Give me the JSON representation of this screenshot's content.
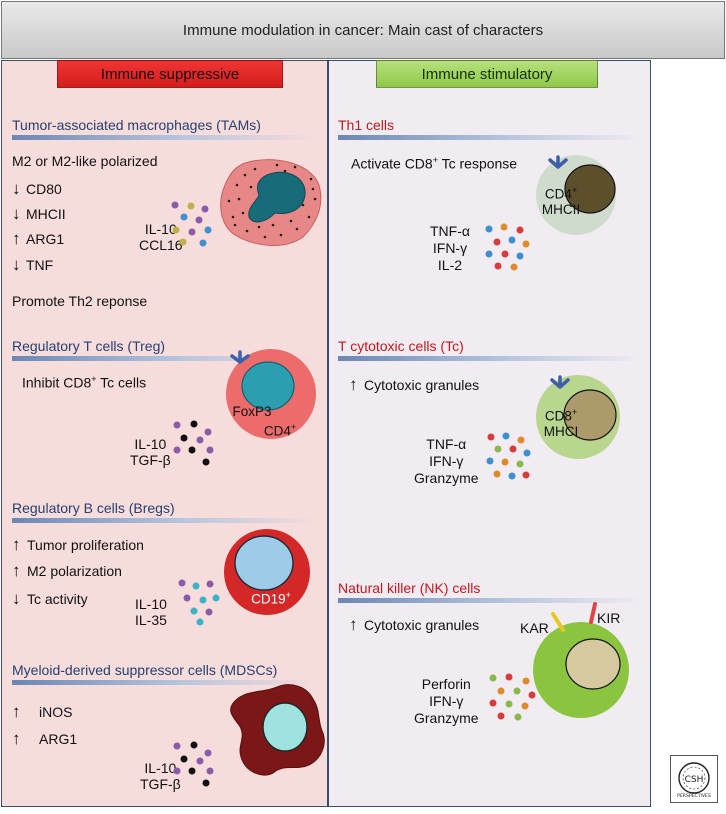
{
  "title": "Immune modulation in cancer: Main cast of characters",
  "left_header": "Immune suppressive",
  "right_header": "Immune stimulatory",
  "tams": {
    "title": "Tumor-associated macrophages (TAMs)",
    "line1": "M2 or M2-like polarized",
    "items": [
      "CD80",
      "MHCII",
      "ARG1",
      "TNF"
    ],
    "arrows": [
      "down",
      "down",
      "up",
      "down"
    ],
    "footer": "Promote Th2 reponse",
    "cytokines": [
      "IL-10",
      "CCL16"
    ]
  },
  "treg": {
    "title": "Regulatory T cells (Treg)",
    "line1_pre": "Inhibit CD8",
    "line1_sup": "+",
    "line1_post": " Tc cells",
    "cell_label1": "FoxP3",
    "cell_label2_pre": "CD4",
    "cell_label2_sup": "+",
    "cytokines": [
      "IL-10",
      "TGF-β"
    ]
  },
  "bregs": {
    "title": "Regulatory B cells (Bregs)",
    "items": [
      "Tumor proliferation",
      "M2 polarization",
      "Tc activity"
    ],
    "arrows": [
      "up",
      "up",
      "down"
    ],
    "cell_label_pre": "CD19",
    "cell_label_sup": "+",
    "cytokines": [
      "IL-10",
      "IL-35"
    ]
  },
  "mdsc": {
    "title": "Myeloid-derived suppressor cells (MDSCs)",
    "items": [
      "iNOS",
      "ARG1"
    ],
    "arrows": [
      "up",
      "up"
    ],
    "cytokines": [
      "IL-10",
      "TGF-β"
    ]
  },
  "th1": {
    "title": "Th1 cells",
    "line1_pre": "Activate CD8",
    "line1_sup": "+",
    "line1_post": " Tc response",
    "cell_label1_pre": "CD4",
    "cell_label1_sup": "+",
    "cell_label2": "MHCII",
    "cytokines": [
      "TNF-α",
      "IFN-γ",
      "IL-2"
    ]
  },
  "tc": {
    "title": "T cytotoxic cells (Tc)",
    "line1": "Cytotoxic granules",
    "cell_label1_pre": "CD8",
    "cell_label1_sup": "+",
    "cell_label2": "MHCI",
    "cytokines": [
      "TNF-α",
      "IFN-γ",
      "Granzyme"
    ]
  },
  "nk": {
    "title": "Natural killer (NK) cells",
    "line1": "Cytotoxic granules",
    "receptor1": "KAR",
    "receptor2": "KIR",
    "cytokines": [
      "Perforin",
      "IFN-γ",
      "Granzyme"
    ]
  },
  "logo": {
    "line1": "CSH",
    "line2": "PERSPECTIVES"
  },
  "colors": {
    "suppressive": "#e32626",
    "stimulatory": "#9bd15c",
    "left_bg": "#f7dcdc",
    "right_bg": "#f1ecf1",
    "section_blue": "#26406f",
    "section_red": "#c1181e"
  }
}
